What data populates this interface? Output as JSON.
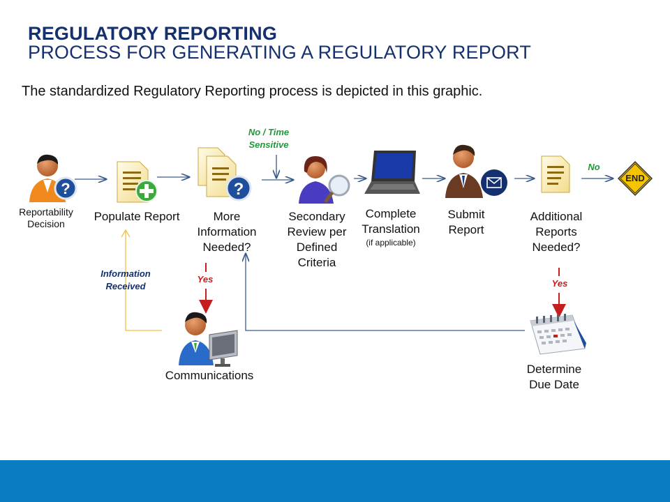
{
  "header": {
    "title": "REGULATORY REPORTING",
    "subtitle": "PROCESS FOR GENERATING A REGULATORY REPORT"
  },
  "intro": "The standardized Regulatory Reporting process is depicted in this graphic.",
  "steps": {
    "reportability_decision": "Reportability Decision",
    "populate_report": "Populate Report",
    "more_information_needed": "More Information Needed?",
    "secondary_review": "Secondary Review per Defined Criteria",
    "complete_translation": "Complete Translation",
    "complete_translation_note": "(if applicable)",
    "submit_report": "Submit Report",
    "additional_reports_needed": "Additional Reports Needed?",
    "communications": "Communications",
    "determine_due_date": "Determine Due Date"
  },
  "annotations": {
    "no_time_sensitive": "No / Time Sensitive",
    "no": "No",
    "yes_left": "Yes",
    "yes_right": "Yes",
    "information_received": "Information Received"
  },
  "end_sign": "END",
  "colors": {
    "title": "#14306e",
    "footer": "#0a7cc1",
    "green": "#1f9a3a",
    "red": "#c41e1e",
    "end_sign": "#f5c400",
    "feedback_line": "#f0c040"
  }
}
